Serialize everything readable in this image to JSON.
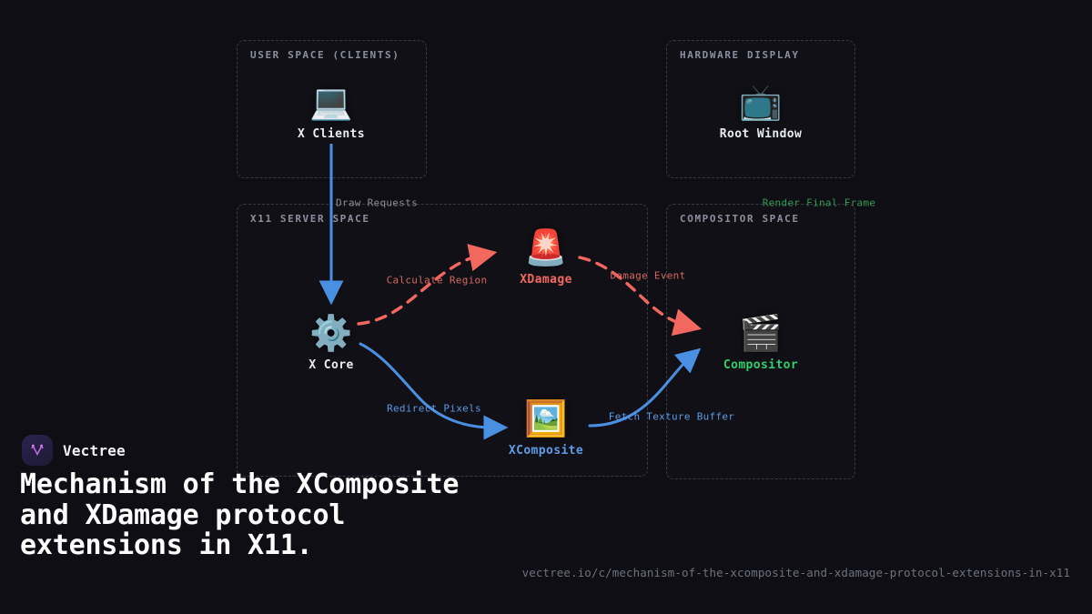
{
  "background_color": "#0e0e14",
  "groups": [
    {
      "id": "user",
      "label": "USER SPACE (CLIENTS)"
    },
    {
      "id": "hw",
      "label": "HARDWARE DISPLAY"
    },
    {
      "id": "x11",
      "label": "X11 SERVER SPACE"
    },
    {
      "id": "comp",
      "label": "COMPOSITOR SPACE"
    }
  ],
  "nodes": [
    {
      "id": "clients",
      "label": "X Clients",
      "icon": "laptop-icon",
      "glyph": "💻",
      "color": "#e9ecf2"
    },
    {
      "id": "root",
      "label": "Root Window",
      "icon": "television-icon",
      "glyph": "📺",
      "color": "#e9ecf2"
    },
    {
      "id": "xcore",
      "label": "X Core",
      "icon": "gear-icon",
      "glyph": "⚙️",
      "color": "#e9ecf2"
    },
    {
      "id": "xdamage",
      "label": "XDamage",
      "icon": "rotating-light-icon",
      "glyph": "🚨",
      "color": "#f2685f"
    },
    {
      "id": "xcomposite",
      "label": "XComposite",
      "icon": "framed-picture-icon",
      "glyph": "🖼️",
      "color": "#5c9ce6"
    },
    {
      "id": "compositor",
      "label": "Compositor",
      "icon": "clapper-board-icon",
      "glyph": "🎬",
      "color": "#2fd06a"
    }
  ],
  "edges": [
    {
      "id": "draw",
      "label": "Draw Requests",
      "from": "clients",
      "to": "xcore",
      "style": "solid",
      "color": "#4a90e2"
    },
    {
      "id": "calc",
      "label": "Calculate Region",
      "from": "xcore",
      "to": "xdamage",
      "style": "dashed",
      "color": "#f2685f"
    },
    {
      "id": "damage",
      "label": "Damage Event",
      "from": "xdamage",
      "to": "compositor",
      "style": "dashed",
      "color": "#f2685f"
    },
    {
      "id": "redirect",
      "label": "Redirect Pixels",
      "from": "xcore",
      "to": "xcomposite",
      "style": "solid",
      "color": "#4a90e2"
    },
    {
      "id": "fetch",
      "label": "Fetch Texture Buffer",
      "from": "xcomposite",
      "to": "compositor",
      "style": "solid",
      "color": "#4a90e2"
    },
    {
      "id": "render",
      "label": "Render Final Frame",
      "from": "compositor",
      "to": "root",
      "style": "none",
      "color": "#2f9e54"
    }
  ],
  "branding": {
    "name": "Vectree",
    "logo_icon": "vectree-logo-icon",
    "title": "Mechanism of the XComposite and XDamage protocol extensions in X11.",
    "url": "vectree.io/c/mechanism-of-the-xcomposite-and-xdamage-protocol-extensions-in-x11"
  }
}
